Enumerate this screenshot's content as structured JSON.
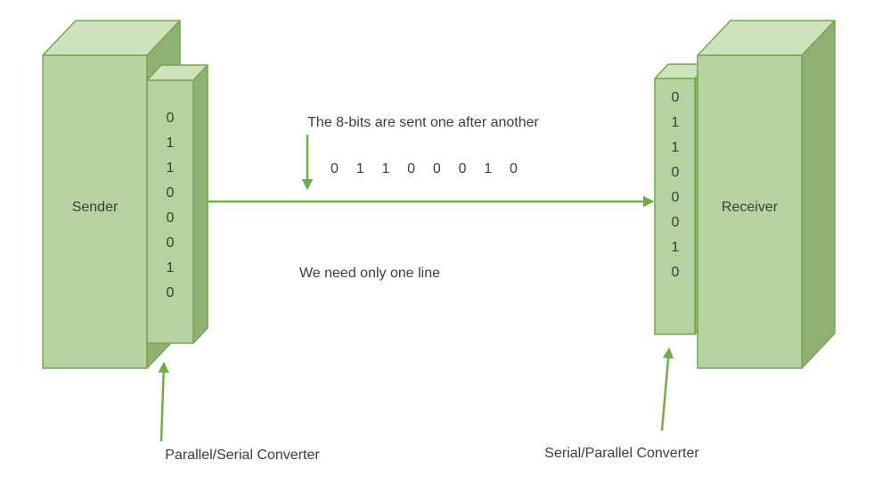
{
  "colors": {
    "box_front": "#b5d2a0",
    "box_top": "#cde3bb",
    "box_side": "#8fb173",
    "box_border": "#73a850",
    "arrow_green": "#70ad47",
    "text_dark": "#3d3d3d"
  },
  "sender": {
    "label": "Sender",
    "bits": [
      "0",
      "1",
      "1",
      "0",
      "0",
      "0",
      "1",
      "0"
    ]
  },
  "receiver": {
    "label": "Receiver",
    "bits": [
      "0",
      "1",
      "1",
      "0",
      "0",
      "0",
      "1",
      "0"
    ]
  },
  "transmission": {
    "caption": "The 8-bits are sent one after another",
    "serial_bits": [
      "0",
      "1",
      "1",
      "0",
      "0",
      "0",
      "1",
      "0"
    ],
    "note": "We need only one line"
  },
  "labels": {
    "sender_converter": "Parallel/Serial Converter",
    "receiver_converter": "Serial/Parallel Converter"
  }
}
